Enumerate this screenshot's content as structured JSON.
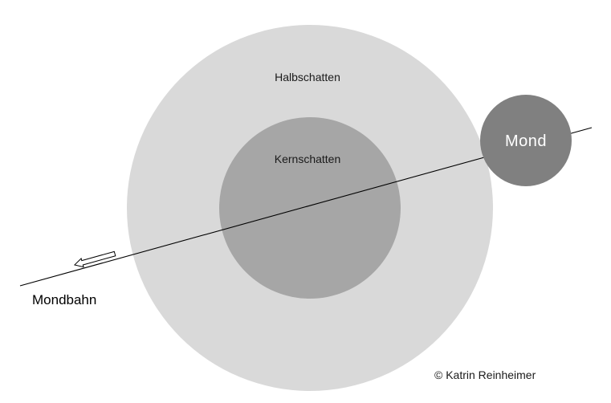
{
  "diagram": {
    "labels": {
      "penumbra": "Halbschatten",
      "umbra": "Kernschatten",
      "moon": "Mond",
      "orbit": "Mondbahn",
      "copyright": "© Katrin Reinheimer"
    },
    "colors": {
      "background": "#ffffff",
      "penumbra": "#d9d9d9",
      "umbra": "#a6a6a6",
      "moon": "#808080",
      "orbit_line": "#000000",
      "arrow": "#ffffff"
    },
    "icons": {
      "direction_arrow": "arrow-left-icon"
    }
  }
}
